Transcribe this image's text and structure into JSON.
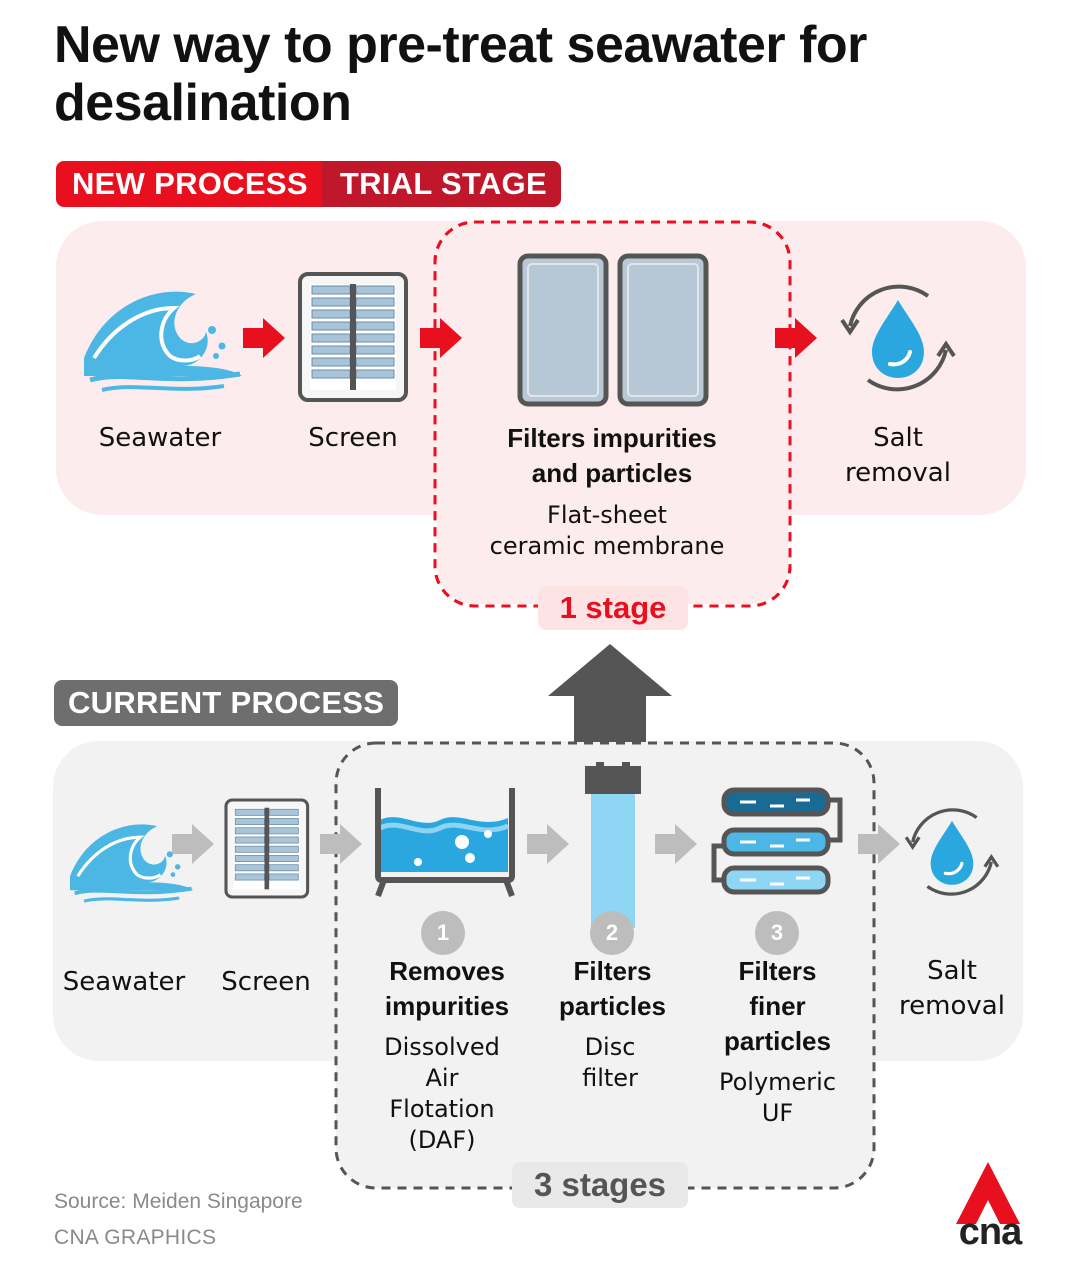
{
  "title": "New way to pre-treat seawater for desalination",
  "tags": {
    "new_process": "NEW PROCESS",
    "trial_stage": "TRIAL STAGE",
    "current_process": "CURRENT PROCESS"
  },
  "new_process": {
    "steps": [
      {
        "label": "Seawater",
        "icon": "wave-icon"
      },
      {
        "label": "Screen",
        "icon": "screen-icon"
      },
      {
        "label_line1": "Filters impurities",
        "label_line2": "and particles",
        "sub_line1": "Flat-sheet",
        "sub_line2": "ceramic membrane",
        "icon": "ceramic-membrane-icon"
      },
      {
        "label_line1": "Salt",
        "label_line2": "removal",
        "icon": "water-drop-cycle-icon"
      }
    ],
    "stage_count": "1 stage"
  },
  "current_process": {
    "steps": [
      {
        "label": "Seawater",
        "icon": "wave-icon"
      },
      {
        "label": "Screen",
        "icon": "screen-icon"
      },
      {
        "number": "1",
        "label_line1": "Removes",
        "label_line2": "impurities",
        "sub_lines": [
          "Dissolved",
          "Air",
          "Flotation",
          "(DAF)"
        ],
        "icon": "daf-tank-icon"
      },
      {
        "number": "2",
        "label_line1": "Filters",
        "label_line2": "particles",
        "sub_lines": [
          "Disc",
          "filter"
        ],
        "icon": "disc-filter-icon"
      },
      {
        "number": "3",
        "label_line1": "Filters",
        "label_line2": "finer",
        "label_line3": "particles",
        "sub_lines": [
          "Polymeric",
          "UF"
        ],
        "icon": "polymeric-uf-icon"
      },
      {
        "label_line1": "Salt",
        "label_line2": "removal",
        "icon": "water-drop-cycle-icon"
      }
    ],
    "stage_count": "3 stages"
  },
  "footer": {
    "source": "Source: Meiden Singapore",
    "credit": "CNA GRAPHICS",
    "logo_text": "cna"
  },
  "colors": {
    "accent_red": "#e8101e",
    "dark_red": "#c0172b",
    "new_panel": "#fdecee",
    "current_panel": "#f2f2f2",
    "arrow_grey": "#bdbdbd",
    "water_blue": "#2aa7df"
  }
}
